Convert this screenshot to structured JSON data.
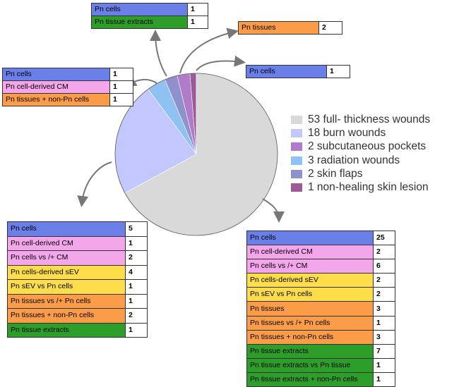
{
  "colors": {
    "pn_cells": "#6b7fe8",
    "cm": "#f3a6ea",
    "sev": "#fddd4a",
    "tissues": "#fb9d48",
    "extracts": "#2e9e2a"
  },
  "chart_data": {
    "type": "pie",
    "slices": [
      {
        "label": "53 full- thickness wounds",
        "value": 53,
        "color": "#d9d9d9"
      },
      {
        "label": "18 burn wounds",
        "value": 18,
        "color": "#c4c7fb"
      },
      {
        "label": "2 subcutaneous pockets",
        "value": 2,
        "color": "#b07bc8"
      },
      {
        "label": "3 radiation wounds",
        "value": 3,
        "color": "#8fc1f2"
      },
      {
        "label": "2 skin flaps",
        "value": 2,
        "color": "#8e91cc"
      },
      {
        "label": "1 non-healing skin lesion",
        "value": 1,
        "color": "#9c5a96"
      }
    ],
    "legend_position": "right"
  },
  "tables": [
    {
      "id": "skin-flaps",
      "rows": [
        {
          "label": "Pn cells",
          "count": "1",
          "color": "#6b7fe8"
        },
        {
          "label": "Pn tissue extracts",
          "count": "1",
          "color": "#2e9e2a"
        }
      ]
    },
    {
      "id": "subcutaneous",
      "rows": [
        {
          "label": "Pn tissues",
          "count": "2",
          "color": "#fb9d48"
        }
      ]
    },
    {
      "id": "lesion",
      "rows": [
        {
          "label": "Pn cells",
          "count": "1",
          "color": "#6b7fe8"
        }
      ]
    },
    {
      "id": "radiation",
      "rows": [
        {
          "label": "Pn cells",
          "count": "1",
          "color": "#6b7fe8"
        },
        {
          "label": "Pn cell-derived CM",
          "count": "1",
          "color": "#f3a6ea"
        },
        {
          "label": "Pn tissues + non-Pn cells",
          "count": "1",
          "color": "#fb9d48"
        }
      ]
    },
    {
      "id": "burn",
      "rows": [
        {
          "label": "Pn cells",
          "count": "5",
          "color": "#6b7fe8"
        },
        {
          "label": "Pn cell-derived CM",
          "count": "1",
          "color": "#f3a6ea"
        },
        {
          "label": "Pn cells vs /+ CM",
          "count": "2",
          "color": "#f3a6ea"
        },
        {
          "label": "Pn cells-derived sEV",
          "count": "4",
          "color": "#fddd4a"
        },
        {
          "label": "Pn sEV vs Pn cells",
          "count": "1",
          "color": "#fddd4a"
        },
        {
          "label": "Pn tissues vs /+ Pn cells",
          "count": "1",
          "color": "#fb9d48"
        },
        {
          "label": "Pn tissues + non-Pn cells",
          "count": "2",
          "color": "#fb9d48"
        },
        {
          "label": "Pn tissue extracts",
          "count": "1",
          "color": "#2e9e2a"
        }
      ]
    },
    {
      "id": "full-thickness",
      "rows": [
        {
          "label": "Pn cells",
          "count": "25",
          "color": "#6b7fe8"
        },
        {
          "label": "Pn cell-derived CM",
          "count": "2",
          "color": "#f3a6ea"
        },
        {
          "label": "Pn cells vs /+ CM",
          "count": "6",
          "color": "#f3a6ea"
        },
        {
          "label": "Pn cells-derived sEV",
          "count": "2",
          "color": "#fddd4a"
        },
        {
          "label": "Pn sEV vs Pn cells",
          "count": "2",
          "color": "#fddd4a"
        },
        {
          "label": "Pn tissues",
          "count": "3",
          "color": "#fb9d48"
        },
        {
          "label": "Pn tissues vs /+ Pn cells",
          "count": "1",
          "color": "#fb9d48"
        },
        {
          "label": "Pn tissues + non-Pn cells",
          "count": "3",
          "color": "#fb9d48"
        },
        {
          "label": "Pn tissue extracts",
          "count": "7",
          "color": "#2e9e2a"
        },
        {
          "label": "Pn tissue extracts vs Pn tissue",
          "count": "1",
          "color": "#2e9e2a"
        },
        {
          "label": "Pn tissue extracts + non-Pn cells",
          "count": "1",
          "color": "#2e9e2a"
        }
      ]
    }
  ]
}
